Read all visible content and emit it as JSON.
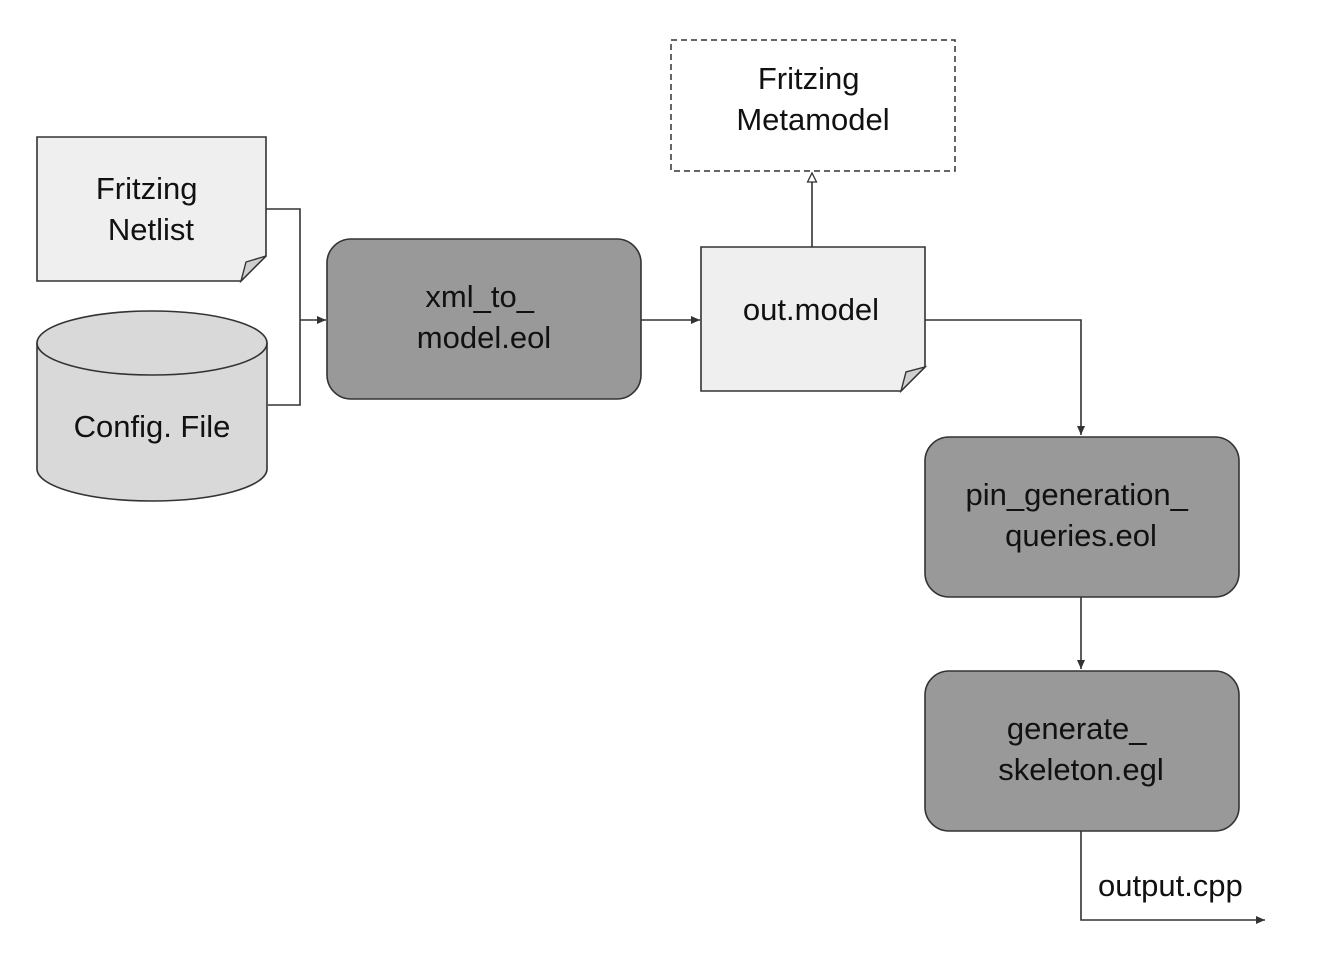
{
  "nodes": {
    "netlist": {
      "lines": [
        "Fritzing",
        "Netlist"
      ],
      "shape": "document",
      "fill": "#efefef"
    },
    "config": {
      "lines": [
        "Config. File"
      ],
      "shape": "cylinder",
      "fill": "#d9d9d9"
    },
    "xml_to_model": {
      "lines": [
        "xml_to_",
        "model.eol"
      ],
      "shape": "rounded-rect",
      "fill": "#999999"
    },
    "out_model": {
      "lines": [
        "out.model"
      ],
      "shape": "document",
      "fill": "#efefef"
    },
    "metamodel": {
      "lines": [
        "Fritzing",
        "Metamodel"
      ],
      "shape": "dashed-rect",
      "fill": "#ffffff"
    },
    "pin_generation": {
      "lines": [
        "pin_generation_",
        "queries.eol"
      ],
      "shape": "rounded-rect",
      "fill": "#999999"
    },
    "generate_skeleton": {
      "lines": [
        "generate_",
        "skeleton.egl"
      ],
      "shape": "rounded-rect",
      "fill": "#999999"
    }
  },
  "edges": {
    "output_label": "output.cpp"
  },
  "colors": {
    "stroke": "#333333",
    "dark_fill": "#999999",
    "light_fill": "#efefef",
    "cylinder_fill": "#d9d9d9"
  }
}
